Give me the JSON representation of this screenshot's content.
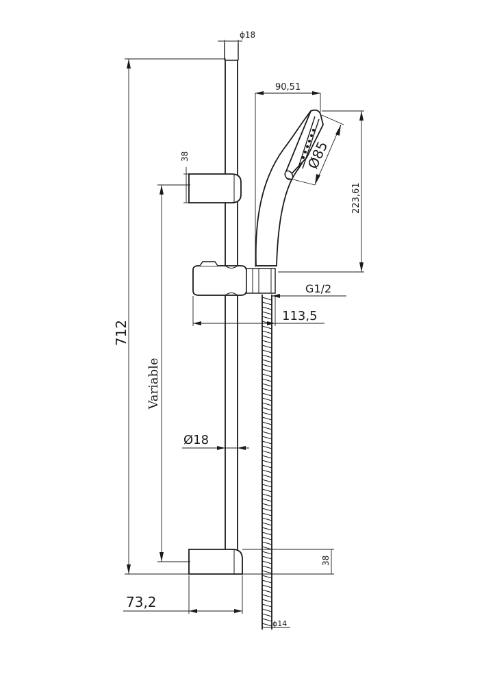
{
  "dimensions": {
    "rail_top_diameter": "ϕ18",
    "handshower_offset": "90,51",
    "head_diameter": "Ø85",
    "head_height": "223,61",
    "slider_top": "38",
    "thread": "G1/2",
    "slider_projection": "113,5",
    "overall_height": "712",
    "variable": "Variable",
    "rail_diameter": "Ø18",
    "bracket_height": "38",
    "wall_projection": "73,2",
    "hose_diameter": "ϕ14"
  }
}
